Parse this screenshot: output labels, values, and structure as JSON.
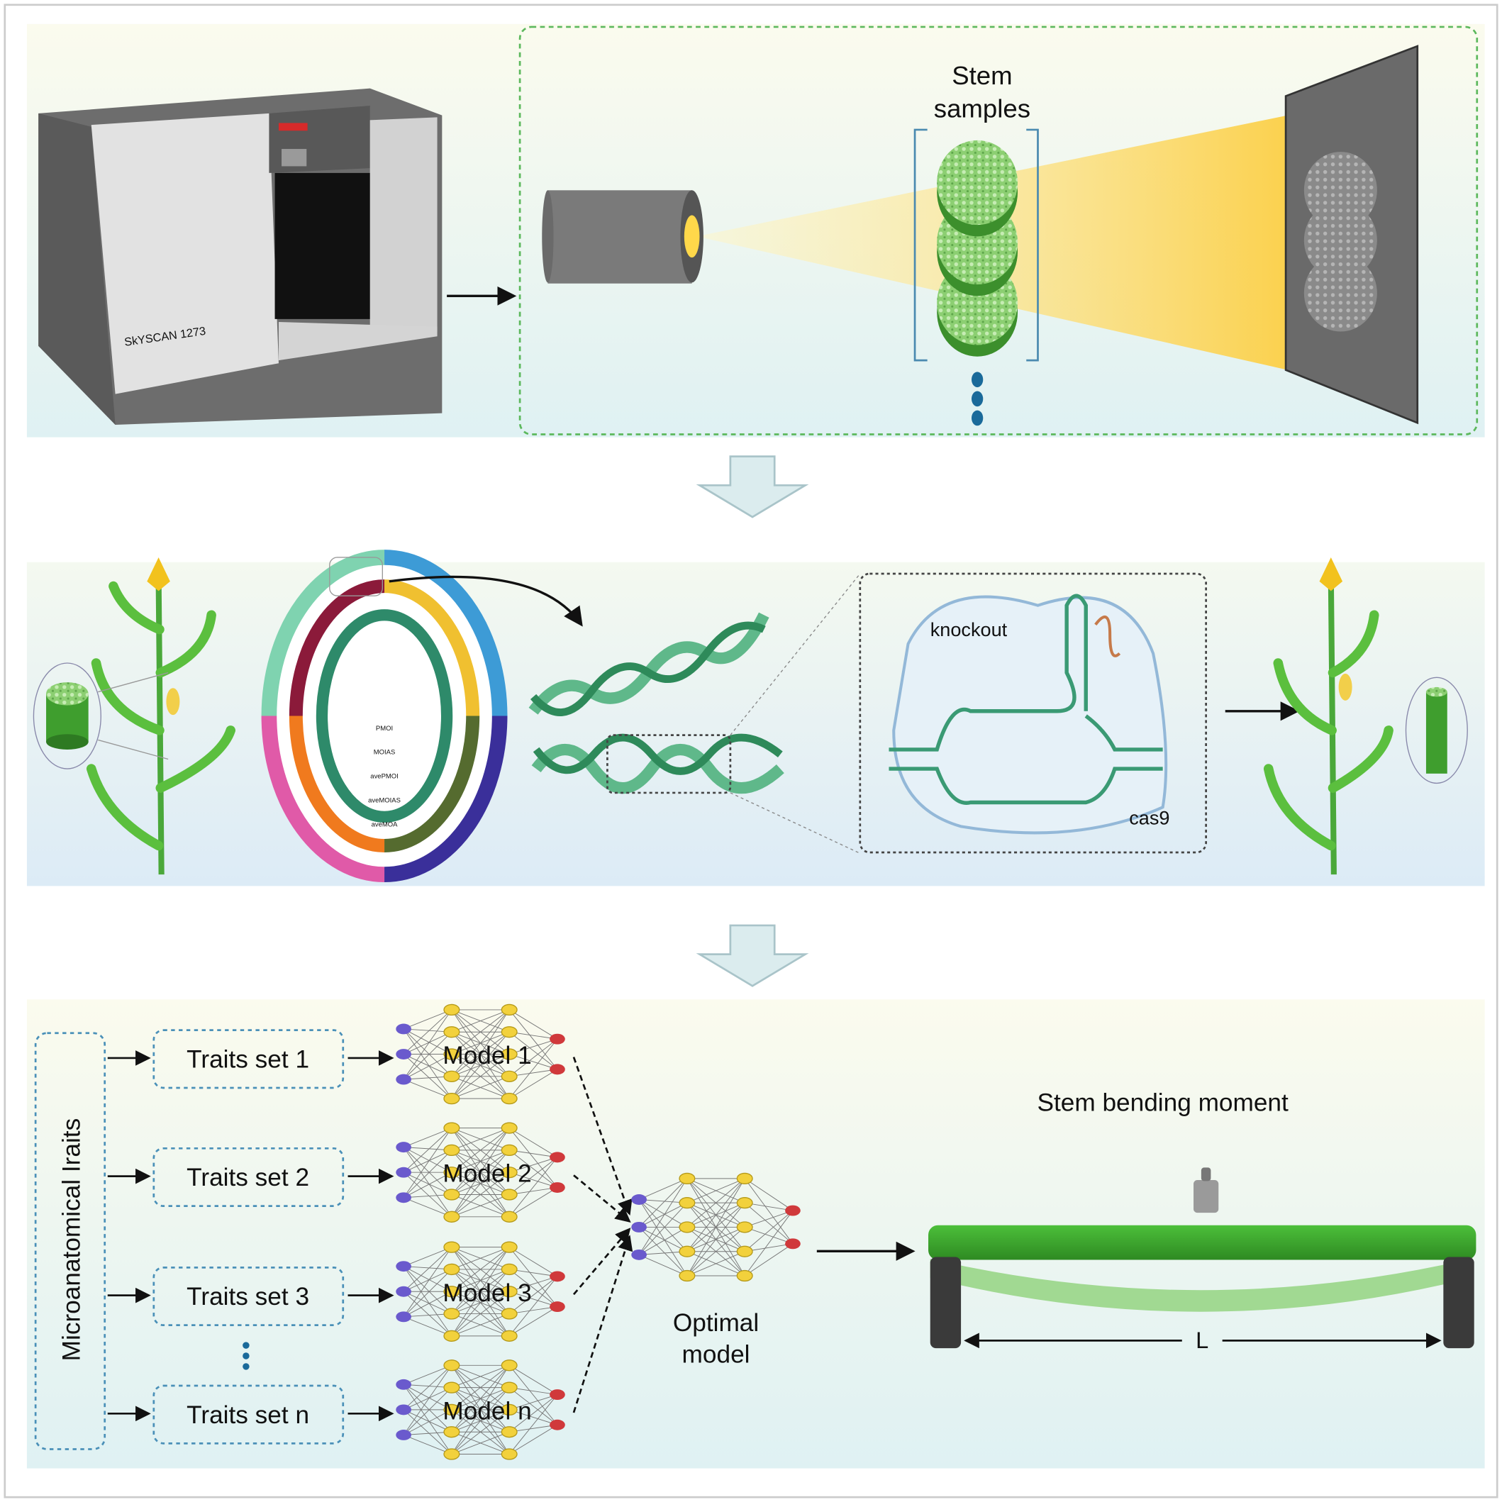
{
  "panel1": {
    "scanner_label": "SkYSCAN 1273",
    "stem_samples_label": [
      "Stem",
      "samples"
    ]
  },
  "panel2": {
    "circos_labels": [
      "PMOI",
      "MOIAS",
      "avePMOI",
      "aveMOIAS",
      "aveMOA"
    ],
    "knockout_label": "knockout",
    "cas9_label": "cas9"
  },
  "panel3": {
    "side_label": "Microanatomical Iraits",
    "traits_sets": [
      "Traits set 1",
      "Traits set 2",
      "Traits set 3",
      "Traits set n"
    ],
    "models": [
      "Model 1",
      "Model 2",
      "Model 3",
      "Model n"
    ],
    "optimal_label": [
      "Optimal",
      "model"
    ],
    "bending_title": "Stem bending moment",
    "length_label": "L"
  },
  "colors": {
    "stem_green": "#3f9e2e",
    "beam_yellow": "#fbd65a",
    "dashed_green": "#5cb85c",
    "box_blue": "#4a90b8",
    "input_node": "#6a5acd",
    "hidden_node": "#f2d13c",
    "output_node": "#d0393b"
  }
}
